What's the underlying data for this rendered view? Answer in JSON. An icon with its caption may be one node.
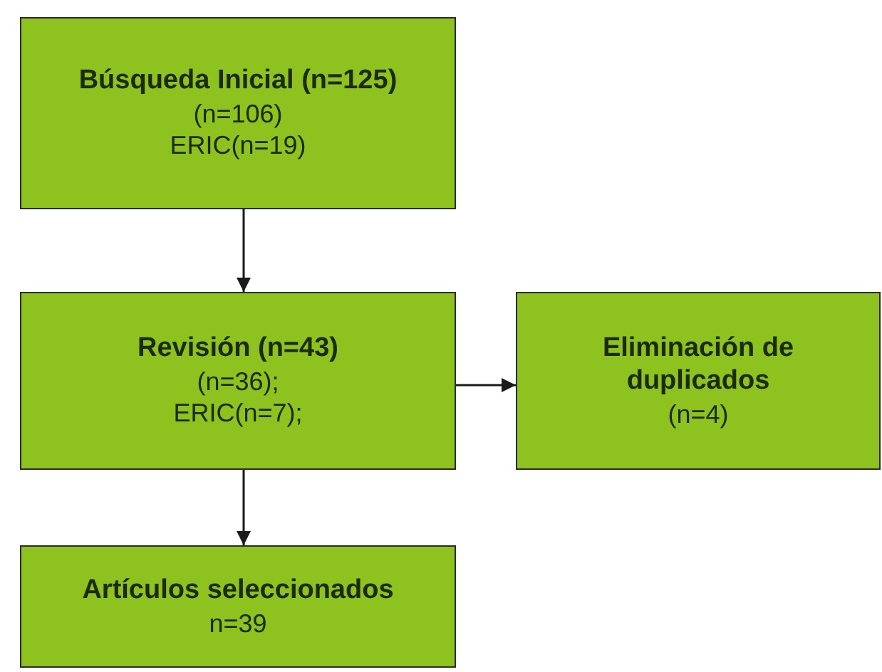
{
  "diagram": {
    "nodes": [
      {
        "text": [
          "Búsqueda Inicial (n=125)",
          "(n=106)",
          "ERIC(n=19)"
        ]
      },
      {
        "text": [
          "Revisión (n=43)",
          "(n=36);",
          "ERIC(n=7);"
        ]
      },
      {
        "text": [
          "Eliminación de duplicados",
          "(n=4)"
        ]
      },
      {
        "text": [
          "Artículos seleccionados",
          "n=39"
        ]
      }
    ],
    "edges": [
      {
        "from": 0,
        "to": 1,
        "arrow": "to"
      },
      {
        "from": 1,
        "to": 2,
        "arrow": "to"
      },
      {
        "from": 1,
        "to": 3,
        "arrow": "to"
      }
    ]
  }
}
